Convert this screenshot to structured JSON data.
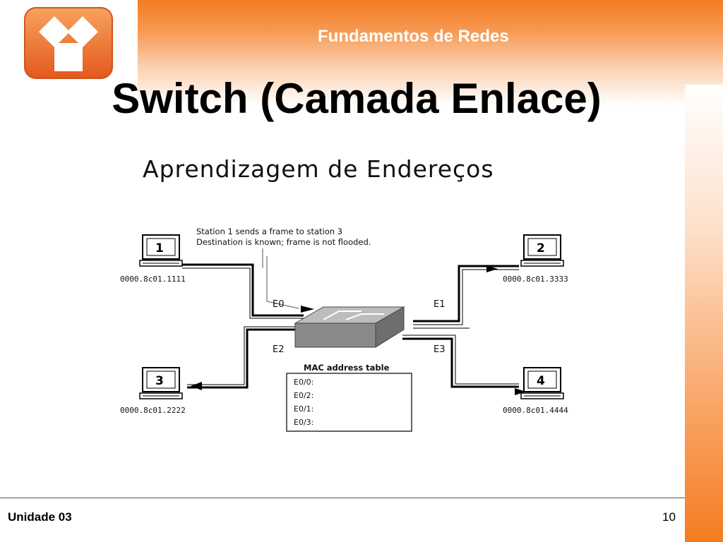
{
  "header": {
    "course_title": "Fundamentos de Redes",
    "logo_icon": "triangle-square-logo-icon",
    "accent_color": "#f47b20"
  },
  "slide": {
    "title": "Switch (Camada Enlace)"
  },
  "diagram": {
    "heading": "Aprendizagem de Endereços",
    "note_line1": "Station 1 sends a frame to station 3",
    "note_line2": "Destination is known; frame is not flooded.",
    "stations": [
      {
        "number": "1",
        "mac": "0000.8c01.1111"
      },
      {
        "number": "2",
        "mac": "0000.8c01.3333"
      },
      {
        "number": "3",
        "mac": "0000.8c01.2222"
      },
      {
        "number": "4",
        "mac": "0000.8c01.4444"
      }
    ],
    "ports": {
      "e0": "E0",
      "e1": "E1",
      "e2": "E2",
      "e3": "E3"
    },
    "mac_table": {
      "title": "MAC address table",
      "rows": [
        "E0/0:",
        "E0/2:",
        "E0/1:",
        "E0/3:"
      ]
    }
  },
  "footer": {
    "unit": "Unidade 03",
    "page": "10"
  }
}
